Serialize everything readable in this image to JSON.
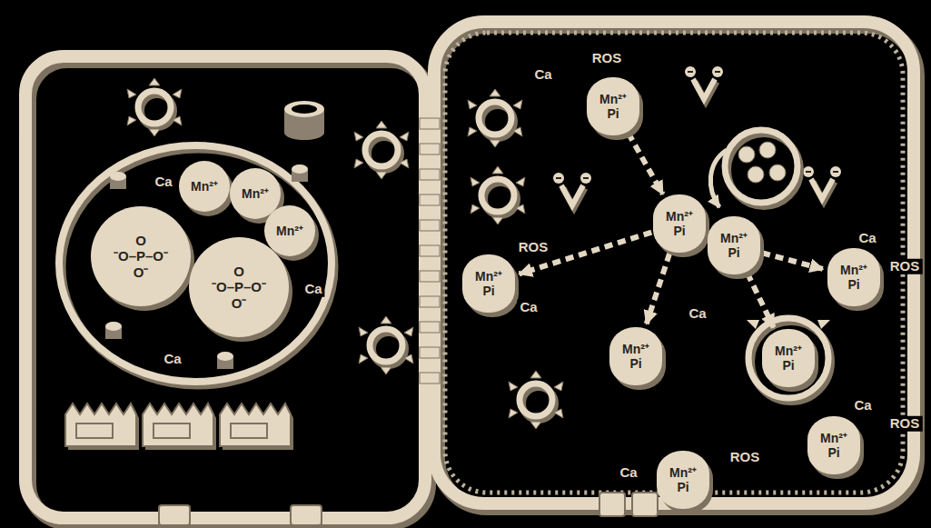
{
  "diagram": {
    "nodes": [
      {
        "text": [
          "O",
          "⁻O–P–O⁻",
          "O⁻"
        ]
      },
      {
        "text": [
          "O",
          "⁻O–P–O⁻",
          "O⁻"
        ]
      },
      {
        "text": [
          "Mn²⁺"
        ]
      },
      {
        "text": [
          "Mn²⁺"
        ]
      },
      {
        "text": [
          "Mn²⁺"
        ]
      },
      {
        "text": [
          "Mn²⁺",
          "Pi"
        ]
      },
      {
        "text": [
          "Mn²⁺",
          "Pi"
        ]
      },
      {
        "text": [
          "Mn²⁺",
          "Pi"
        ]
      },
      {
        "text": [
          "Mn²⁺",
          "Pi"
        ]
      },
      {
        "text": [
          "Mn²⁺",
          "Pi"
        ]
      },
      {
        "text": [
          "Mn²⁺",
          "Pi"
        ]
      },
      {
        "text": [
          "Mn²⁺",
          "Pi"
        ]
      },
      {
        "text": [
          "Mn²⁺",
          "Pi"
        ]
      },
      {
        "text": [
          "Mn²⁺",
          "Pi"
        ]
      }
    ],
    "edges": [
      {
        "from": 5,
        "to": 6,
        "arrow": "to"
      },
      {
        "from": 6,
        "to": 8,
        "arrow": "to"
      },
      {
        "from": 6,
        "to": 9,
        "arrow": "to"
      },
      {
        "from": 7,
        "to": 10,
        "arrow": "to"
      },
      {
        "from": 7,
        "to": 11,
        "arrow": "to"
      }
    ],
    "labels": [
      "Ca",
      "Ca",
      "Ca",
      "Ca",
      "ROS",
      "ROS",
      "Ca",
      "Ca",
      "Ca",
      "ROS",
      "Ca",
      "ROS",
      "Ca",
      "ROS"
    ]
  }
}
